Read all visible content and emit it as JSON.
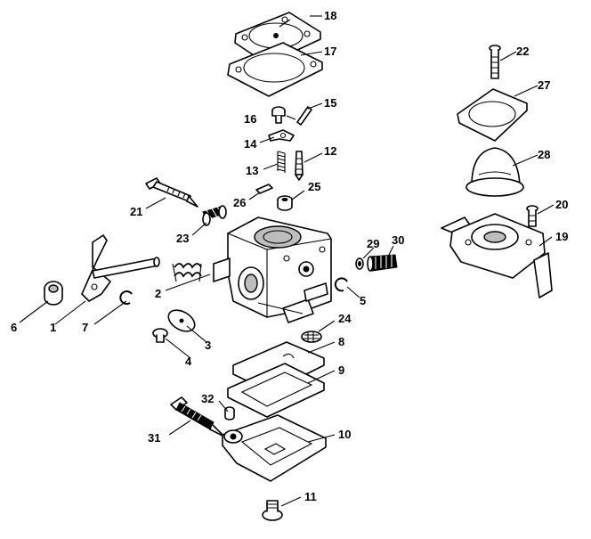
{
  "callouts": [
    {
      "label": "1"
    },
    {
      "label": "2"
    },
    {
      "label": "3"
    },
    {
      "label": "4"
    },
    {
      "label": "5"
    },
    {
      "label": "6"
    },
    {
      "label": "7"
    },
    {
      "label": "8"
    },
    {
      "label": "9"
    },
    {
      "label": "10"
    },
    {
      "label": "11"
    },
    {
      "label": "12"
    },
    {
      "label": "13"
    },
    {
      "label": "14"
    },
    {
      "label": "15"
    },
    {
      "label": "16"
    },
    {
      "label": "17"
    },
    {
      "label": "18"
    },
    {
      "label": "19"
    },
    {
      "label": "20"
    },
    {
      "label": "21"
    },
    {
      "label": "22"
    },
    {
      "label": "23"
    },
    {
      "label": "24"
    },
    {
      "label": "25"
    },
    {
      "label": "26"
    },
    {
      "label": "27"
    },
    {
      "label": "28"
    },
    {
      "label": "29"
    },
    {
      "label": "30"
    },
    {
      "label": "31"
    },
    {
      "label": "32"
    }
  ],
  "colors": {
    "ink": "#000000",
    "paper": "#ffffff",
    "shade": "#bdbdbd"
  }
}
